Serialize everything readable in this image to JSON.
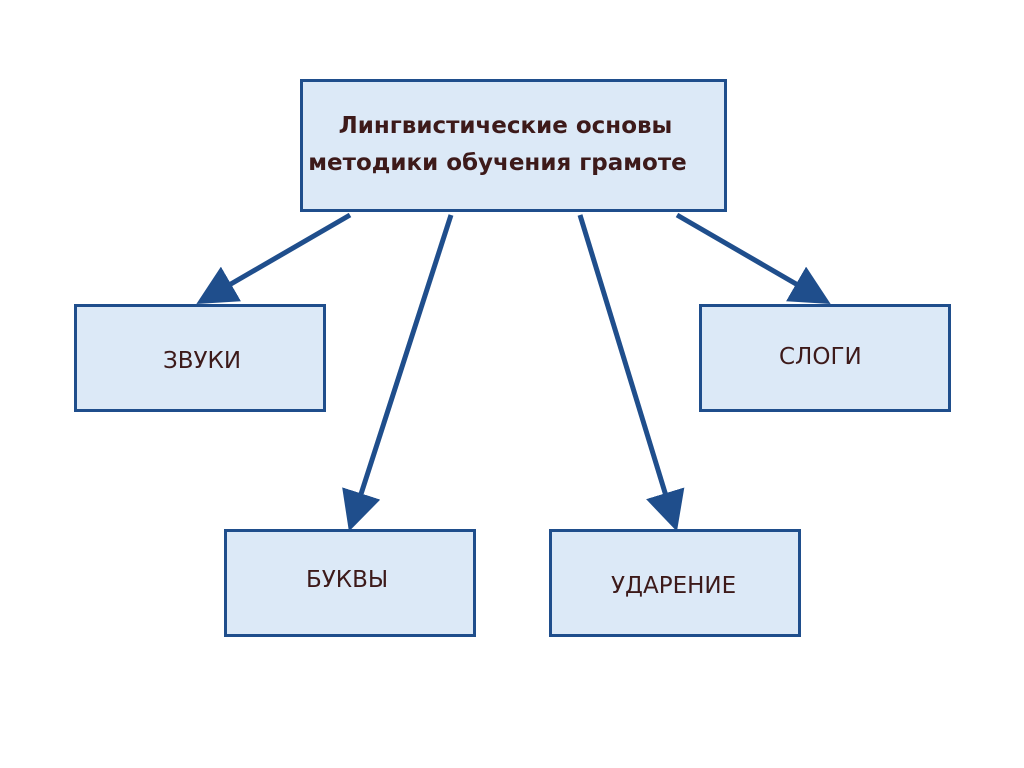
{
  "diagram": {
    "root": {
      "line1": "Лингвистические основы",
      "line2": "методики обучения грамоте"
    },
    "children": [
      {
        "id": "zvuki",
        "label": "ЗВУКИ"
      },
      {
        "id": "bukvy",
        "label": "БУКВЫ"
      },
      {
        "id": "udarenie",
        "label": "УДАРЕНИЕ"
      },
      {
        "id": "slogi",
        "label": "СЛОГИ"
      }
    ],
    "edges": [
      {
        "from": "root",
        "to": "zvuki"
      },
      {
        "from": "root",
        "to": "bukvy"
      },
      {
        "from": "root",
        "to": "udarenie"
      },
      {
        "from": "root",
        "to": "slogi"
      }
    ],
    "colors": {
      "box_fill": "#dce9f7",
      "box_border": "#1f4e8c",
      "arrow": "#1f4e8c",
      "text": "#3d1a1a"
    }
  }
}
